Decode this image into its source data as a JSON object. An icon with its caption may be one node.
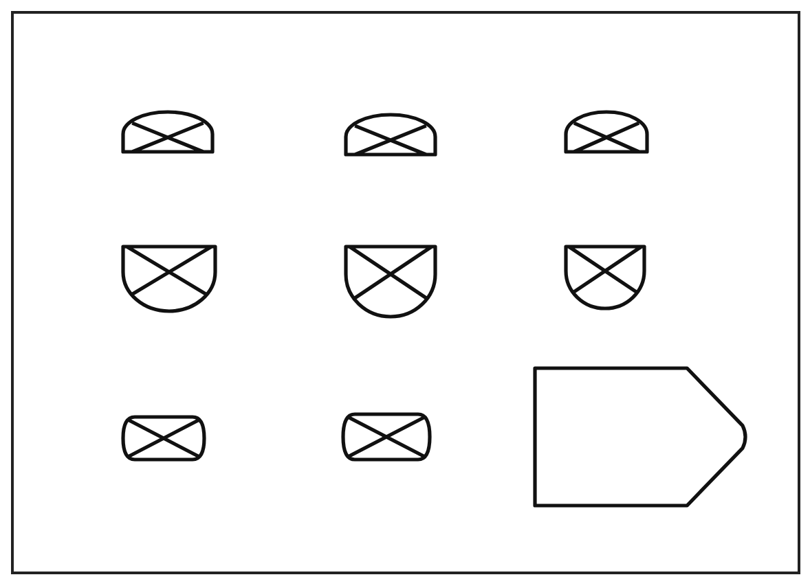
{
  "diagram": {
    "nodes": [
      {
        "text": [],
        "shape": "dome"
      },
      {
        "text": [],
        "shape": "dome"
      },
      {
        "text": [],
        "shape": "dome"
      },
      {
        "text": [],
        "shape": "bowl"
      },
      {
        "text": [],
        "shape": "bowl"
      },
      {
        "text": [],
        "shape": "bowl"
      },
      {
        "text": [],
        "shape": "box"
      },
      {
        "text": [],
        "shape": "box"
      },
      {
        "text": [],
        "shape": "pentagon"
      }
    ]
  }
}
